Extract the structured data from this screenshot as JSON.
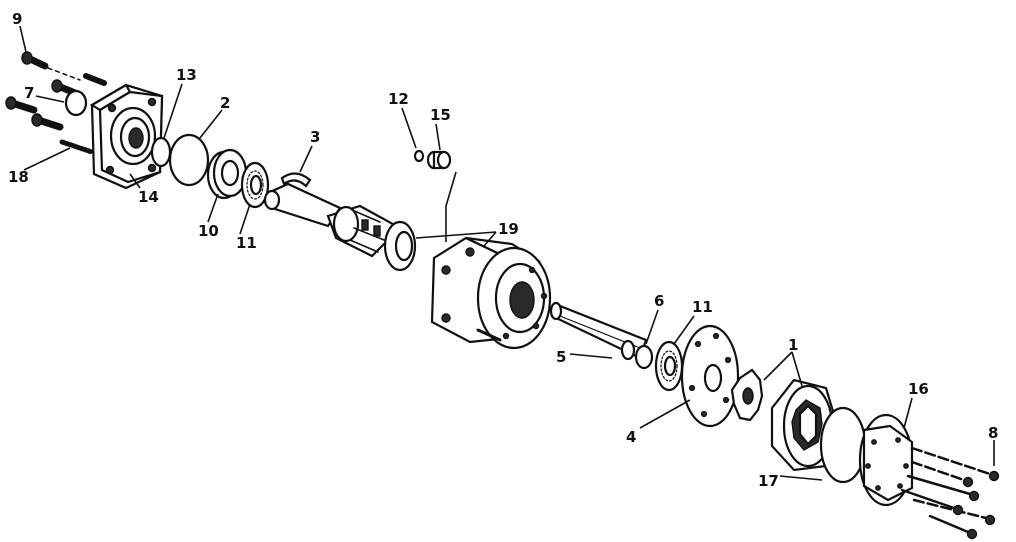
{
  "diagram": {
    "callouts": [
      {
        "id": "c9",
        "text": "9"
      },
      {
        "id": "c7",
        "text": "7"
      },
      {
        "id": "c18",
        "text": "18"
      },
      {
        "id": "c13",
        "text": "13"
      },
      {
        "id": "c2",
        "text": "2"
      },
      {
        "id": "c14",
        "text": "14"
      },
      {
        "id": "c10",
        "text": "10"
      },
      {
        "id": "c11a",
        "text": "11"
      },
      {
        "id": "c3",
        "text": "3"
      },
      {
        "id": "c12",
        "text": "12"
      },
      {
        "id": "c15",
        "text": "15"
      },
      {
        "id": "c19",
        "text": "19"
      },
      {
        "id": "c6",
        "text": "6"
      },
      {
        "id": "c11b",
        "text": "11"
      },
      {
        "id": "c5",
        "text": "5"
      },
      {
        "id": "c4",
        "text": "4"
      },
      {
        "id": "c1",
        "text": "1"
      },
      {
        "id": "c16",
        "text": "16"
      },
      {
        "id": "c8",
        "text": "8"
      },
      {
        "id": "c17",
        "text": "17"
      }
    ]
  }
}
